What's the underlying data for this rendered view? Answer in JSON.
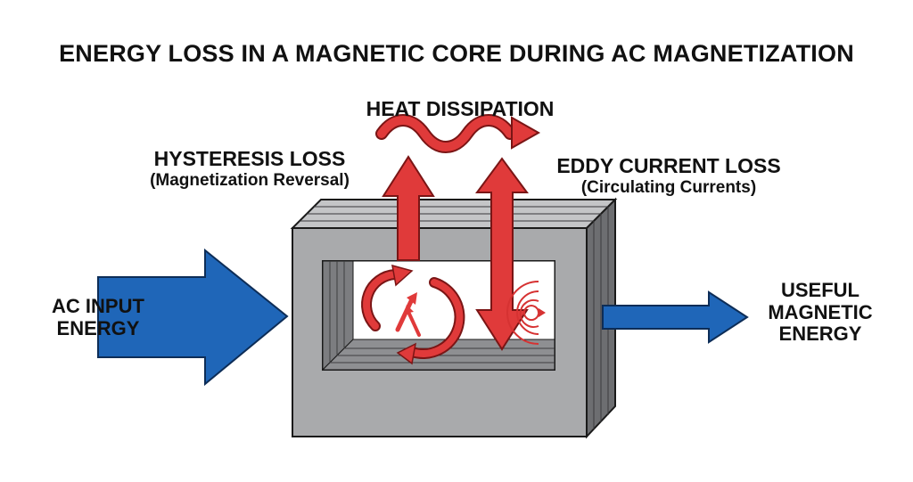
{
  "title": "ENERGY LOSS IN A MAGNETIC CORE DURING AC MAGNETIZATION",
  "heat": {
    "label": "HEAT DISSIPATION"
  },
  "hysteresis": {
    "label": "HYSTERESIS LOSS",
    "sublabel": "(Magnetization Reversal)"
  },
  "eddy": {
    "label": "EDDY CURRENT LOSS",
    "sublabel": "(Circulating Currents)"
  },
  "input": {
    "line1": "AC INPUT",
    "line2": "ENERGY"
  },
  "output": {
    "line1": "USEFUL",
    "line2": "MAGNETIC",
    "line3": "ENERGY"
  },
  "colors": {
    "energy_arrow": "#1f66b8",
    "loss_arrow": "#e03a3a",
    "core_face": "#a9aaac",
    "core_side": "#6d6e71",
    "core_inner": "#7c7d80"
  }
}
